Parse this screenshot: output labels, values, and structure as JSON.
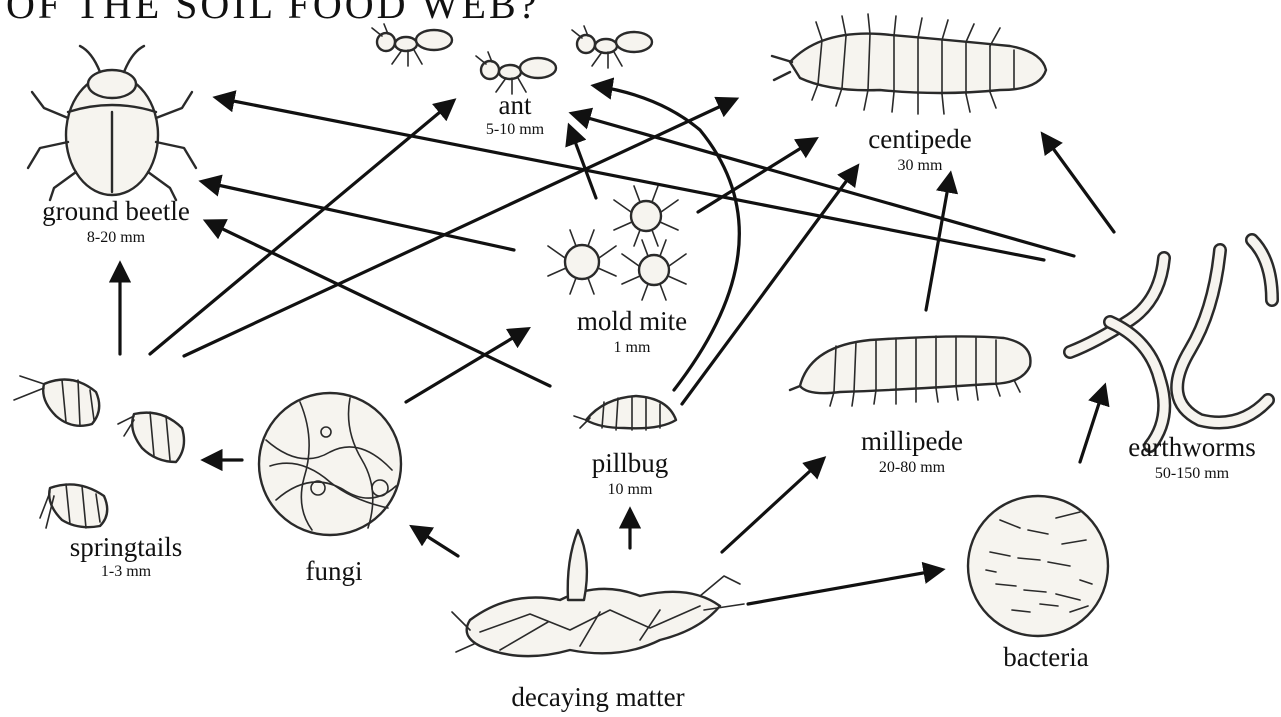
{
  "heading_partial": "OF THE SOIL FOOD WEB?",
  "organisms": [
    {
      "id": "ground-beetle",
      "name": "ground beetle",
      "size": "8-20 mm"
    },
    {
      "id": "ant",
      "name": "ant",
      "size": "5-10 mm"
    },
    {
      "id": "centipede",
      "name": "centipede",
      "size": "30 mm"
    },
    {
      "id": "mold-mite",
      "name": "mold mite",
      "size": "1 mm"
    },
    {
      "id": "springtails",
      "name": "springtails",
      "size": "1-3 mm"
    },
    {
      "id": "fungi",
      "name": "fungi",
      "size": ""
    },
    {
      "id": "pillbug",
      "name": "pillbug",
      "size": "10 mm"
    },
    {
      "id": "millipede",
      "name": "millipede",
      "size": "20-80 mm"
    },
    {
      "id": "earthworms",
      "name": "earthworms",
      "size": "50-150 mm"
    },
    {
      "id": "bacteria",
      "name": "bacteria",
      "size": ""
    },
    {
      "id": "decaying-matter",
      "name": "decaying matter",
      "size": ""
    }
  ],
  "links": [
    {
      "from": "decaying-matter",
      "to": "fungi"
    },
    {
      "from": "decaying-matter",
      "to": "pillbug"
    },
    {
      "from": "decaying-matter",
      "to": "millipede"
    },
    {
      "from": "decaying-matter",
      "to": "bacteria"
    },
    {
      "from": "fungi",
      "to": "springtails"
    },
    {
      "from": "fungi",
      "to": "mold-mite"
    },
    {
      "from": "springtails",
      "to": "ground-beetle"
    },
    {
      "from": "springtails",
      "to": "ant"
    },
    {
      "from": "springtails",
      "to": "centipede"
    },
    {
      "from": "mold-mite",
      "to": "ant"
    },
    {
      "from": "mold-mite",
      "to": "ground-beetle"
    },
    {
      "from": "mold-mite",
      "to": "centipede"
    },
    {
      "from": "pillbug",
      "to": "ground-beetle"
    },
    {
      "from": "pillbug",
      "to": "ant"
    },
    {
      "from": "pillbug",
      "to": "centipede"
    },
    {
      "from": "millipede",
      "to": "centipede"
    },
    {
      "from": "earthworms",
      "to": "ground-beetle"
    },
    {
      "from": "earthworms",
      "to": "ant"
    },
    {
      "from": "earthworms",
      "to": "centipede"
    },
    {
      "from": "bacteria",
      "to": "earthworms"
    }
  ]
}
